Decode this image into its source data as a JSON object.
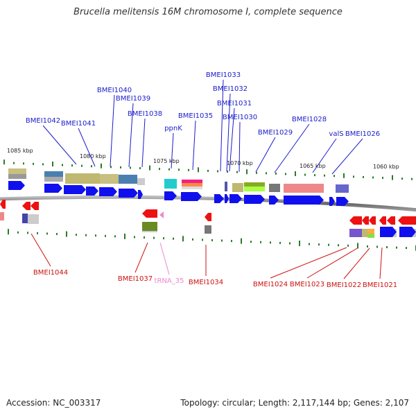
{
  "title": "Brucella melitensis 16M chromosome I, complete sequence",
  "footer": {
    "accession": "Accession: NC_003317",
    "summary": "Topology: circular; Length: 2,117,144 bp; Genes: 2,107"
  },
  "colors": {
    "forward_label": "#1a1acc",
    "reverse_label": "#cc1111",
    "trna_label": "#ee88cc",
    "forward_gene": "#1010ee",
    "reverse_gene": "#ee1111",
    "backbone": "#777777",
    "tick": "#2a7a2a"
  },
  "ruler": [
    {
      "label": "1085 kbp"
    },
    {
      "label": "1080 kbp"
    },
    {
      "label": "1075 kbp"
    },
    {
      "label": "1070 kbp"
    },
    {
      "label": "1065 kbp"
    },
    {
      "label": "1060 kbp"
    }
  ],
  "forward_labels": [
    {
      "text": "BMEI1042"
    },
    {
      "text": "BMEI1041"
    },
    {
      "text": "BMEI1040"
    },
    {
      "text": "BMEI1039"
    },
    {
      "text": "BMEI1038"
    },
    {
      "text": "ppnK"
    },
    {
      "text": "BMEI1035"
    },
    {
      "text": "BMEI1033"
    },
    {
      "text": "BMEI1032"
    },
    {
      "text": "BMEI1031"
    },
    {
      "text": "BMEI1030"
    },
    {
      "text": "BMEI1029"
    },
    {
      "text": "BMEI1028"
    },
    {
      "text": "valS"
    },
    {
      "text": "BMEI1026"
    }
  ],
  "reverse_labels": [
    {
      "text": "BMEI1044"
    },
    {
      "text": "BMEI1037"
    },
    {
      "text": "tRNA_35"
    },
    {
      "text": "BMEI1034"
    },
    {
      "text": "BMEI1024"
    },
    {
      "text": "BMEI1023"
    },
    {
      "text": "BMEI1022"
    },
    {
      "text": "BMEI1021"
    }
  ]
}
